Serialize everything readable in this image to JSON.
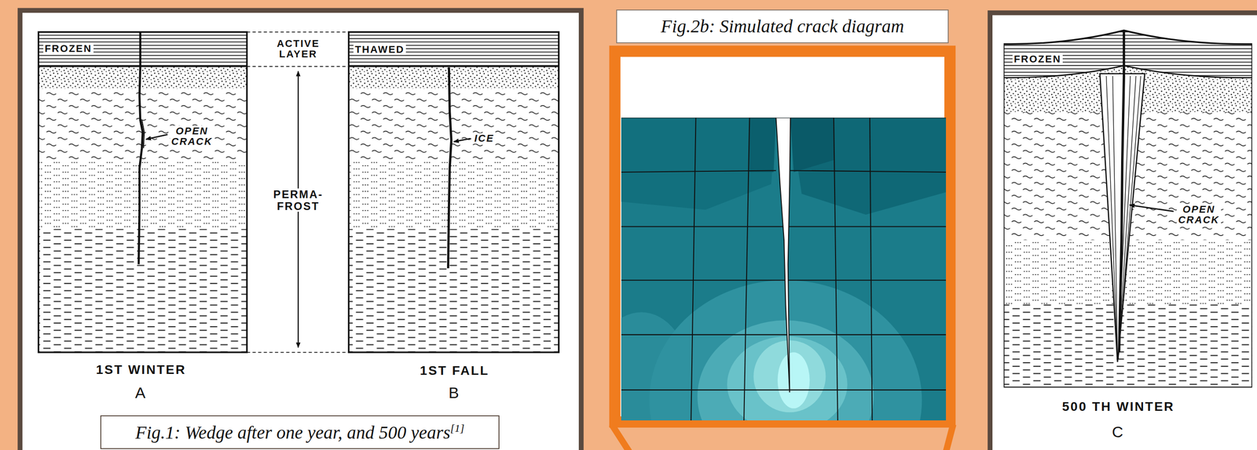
{
  "diagram": {
    "nodes": [
      {
        "text": [
          "Fig.1: Wedge after one year, and 500 years",
          "[1]"
        ]
      },
      {
        "text": [
          "Fig.2b: Simulated crack diagram"
        ]
      }
    ],
    "labels": [
      "FROZEN",
      "OPEN CRACK",
      "ACTIVE LAYER",
      "PERMA- FROST",
      "THAWED",
      "ICE",
      "1ST WINTER",
      "A",
      "1ST FALL",
      "B",
      "FROZEN",
      "OPEN CRACK",
      "500 TH WINTER",
      "C"
    ]
  }
}
